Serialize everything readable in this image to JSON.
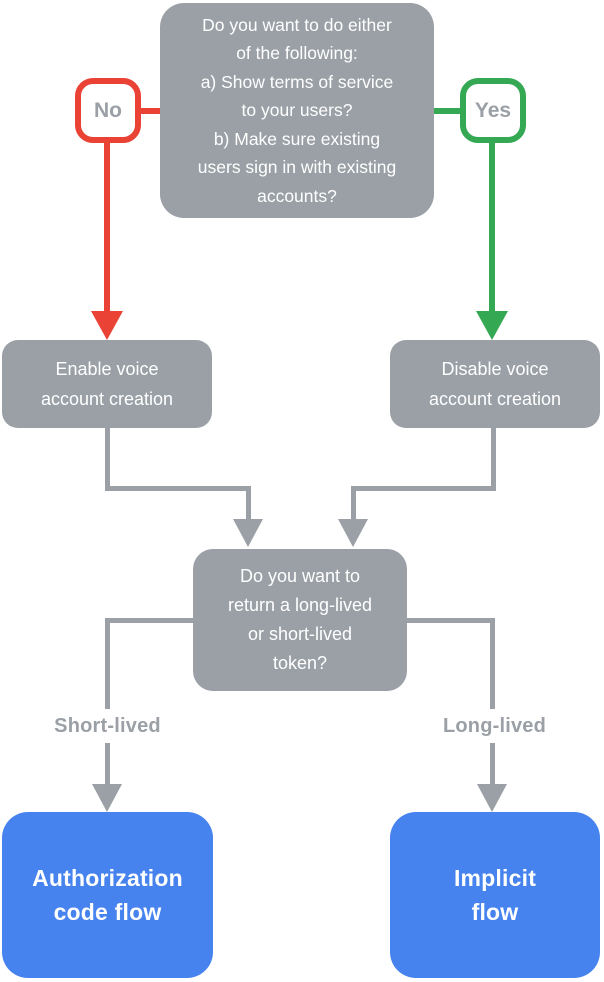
{
  "palette": {
    "gray": "#9AA0A6",
    "red": "#EA4335",
    "green": "#34A853",
    "blue": "#4683EE"
  },
  "nodes": {
    "question1": "Do you want to do either\nof the following:\na) Show terms of service\nto your users?\nb) Make sure existing\nusers sign in with existing\naccounts?",
    "no_badge": "No",
    "yes_badge": "Yes",
    "enable_action": "Enable voice\naccount creation",
    "disable_action": "Disable voice\naccount creation",
    "question2": "Do you want to\nreturn a long-lived\nor short-lived\ntoken?",
    "short_branch": "Short-lived",
    "long_branch": "Long-lived",
    "auth_terminal": "Authorization\ncode flow",
    "implicit_terminal": "Implicit\nflow"
  }
}
